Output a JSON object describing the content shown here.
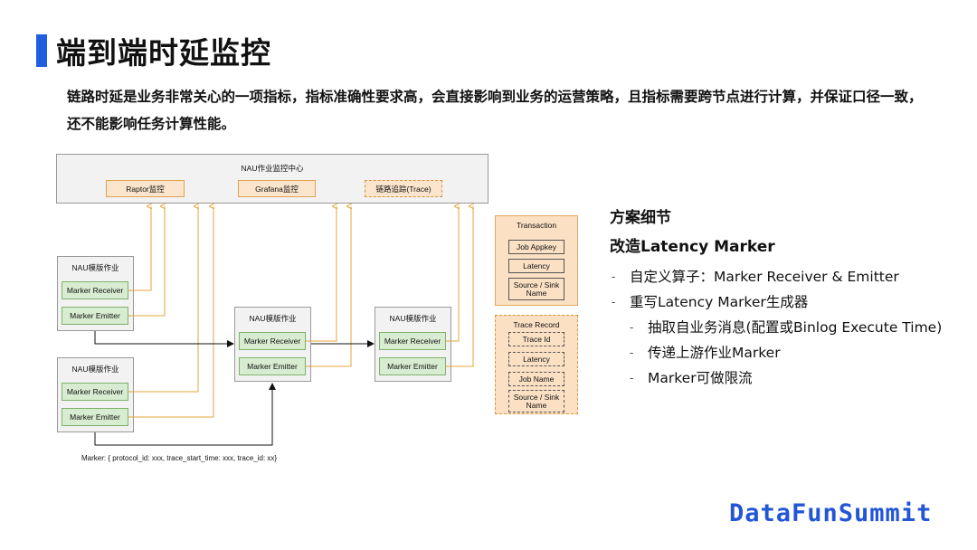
{
  "slide": {
    "title": "端到端时延监控",
    "intro_line1": "链路时延是业务非常关心的一项指标，指标准确性要求高，会直接影响到业务的运营策略，且指标需要跨节点进行计算，并保证口径一致，",
    "intro_line2": "还不能影响任务计算性能。"
  },
  "diagram": {
    "center_title": "NAU作业监控中心",
    "raptor": "Raptor监控",
    "grafana": "Grafana监控",
    "trace": "链路追踪(Trace)",
    "job_title": "NAU模版作业",
    "marker_receiver": "Marker Receiver",
    "marker_emitter": "Marker Emitter",
    "transaction": {
      "title": "Transaction",
      "fields": [
        "Job Appkey",
        "Latency",
        "Source / Sink Name"
      ]
    },
    "trace_record": {
      "title": "Trace Record",
      "fields": [
        "Trace Id",
        "Latency",
        "Job Name",
        "Source / Sink Name"
      ]
    },
    "caption": "Marker: { protocol_id: xxx, trace_start_time: xxx, trace_id: xx}"
  },
  "detail": {
    "heading1": "方案细节",
    "heading2": "改造Latency Marker",
    "items": [
      "自定义算子：Marker Receiver & Emitter",
      "重写Latency Marker生成器"
    ],
    "subitems": [
      "抽取自业务消息(配置或Binlog Execute Time)",
      "传递上游作业Marker",
      "Marker可做限流"
    ],
    "bullet": "-"
  },
  "brand": "DataFunSummit",
  "colors": {
    "accent": "#1f5fe0",
    "wire": "#e6a437",
    "brand": "#2256d6"
  }
}
